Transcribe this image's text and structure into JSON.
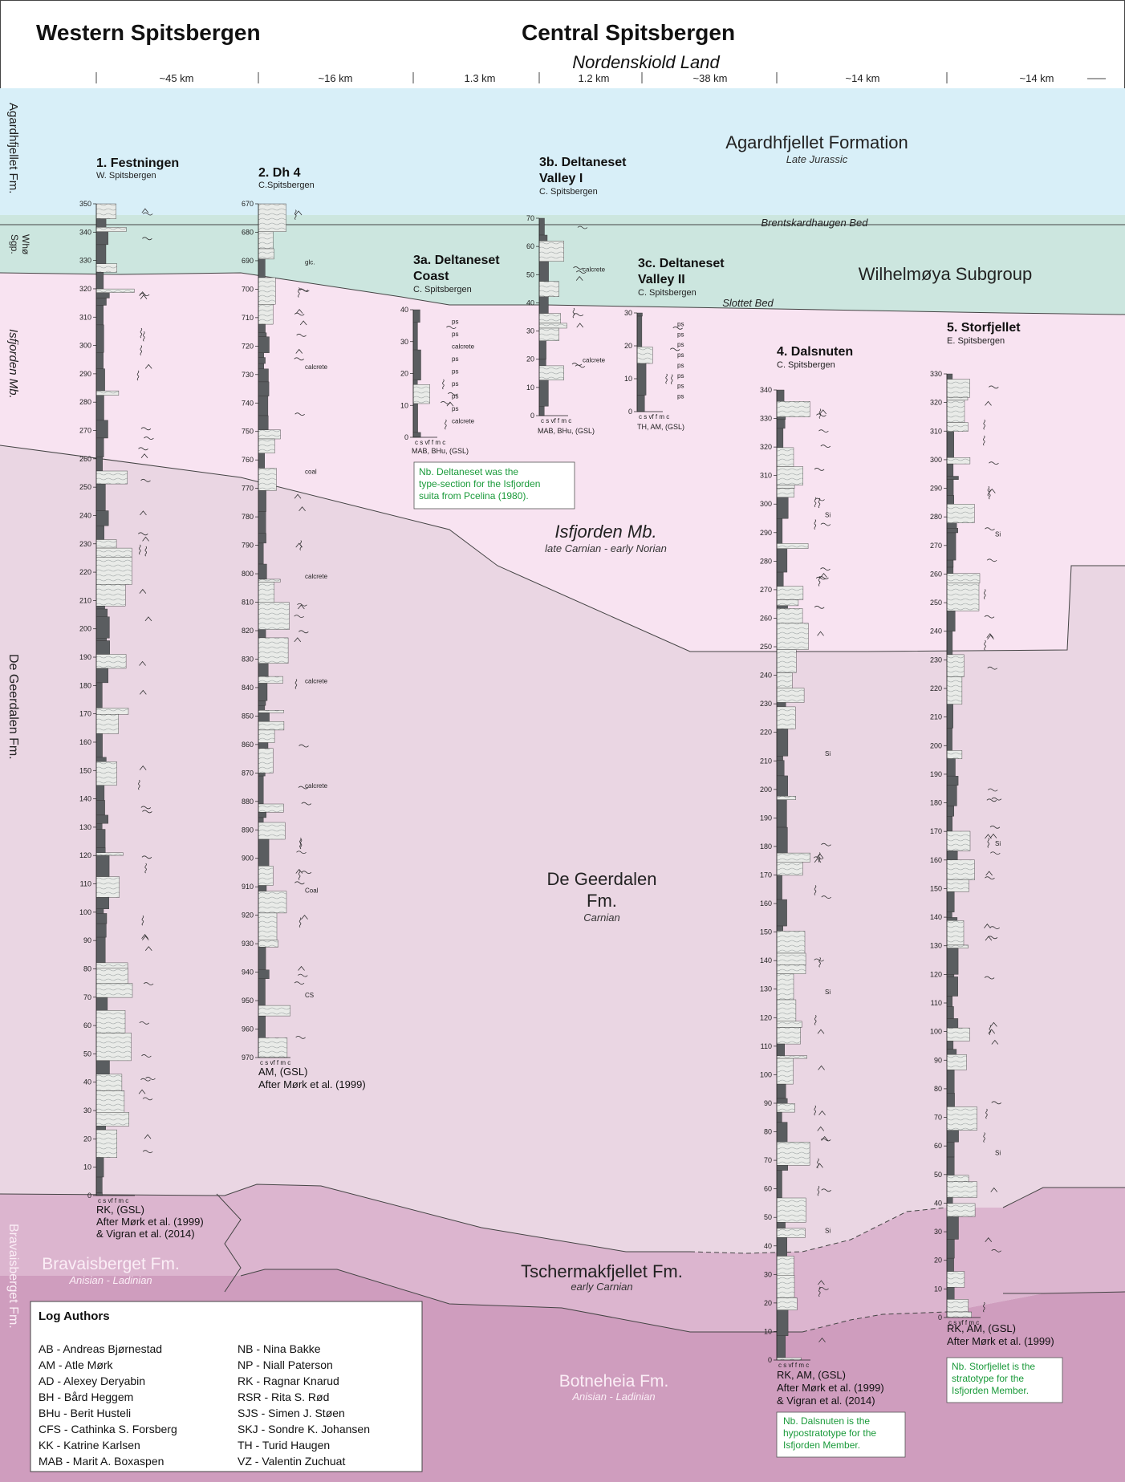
{
  "header": {
    "west_title": "Western Spitsbergen",
    "central_title": "Central Spitsbergen",
    "area_name": "Nordenskiold Land",
    "distances": [
      "~45 km",
      "~16 km",
      "1.3 km",
      "1.2 km",
      "~38 km",
      "~14 km",
      "~14 km"
    ]
  },
  "side_labels": {
    "agardh": "Agardhfjellet Fm.",
    "whoe": "Whø",
    "sgp": "Sgp.",
    "isfjorden": "Isfjorden Mb.",
    "degeerdalen": "De Geerdalen Fm.",
    "bravais": "Bravaisberget Fm."
  },
  "formations": {
    "agardh_name": "Agardhfjellet Formation",
    "agardh_age": "Late Jurassic",
    "brentskard": "Brentskardhaugen Bed",
    "wilhelmoya": "Wilhelmøya Subgroup",
    "slottet": "Slottet Bed",
    "isfjorden_name": "Isfjorden Mb.",
    "isfjorden_age": "late Carnian - early Norian",
    "degeer_name_1": "De Geerdalen",
    "degeer_name_2": "Fm.",
    "degeer_age": "Carnian",
    "bravais_name": "Bravaisberget Fm.",
    "bravais_age": "Anisian - Ladinian",
    "tscherm_name": "Tschermakfjellet Fm.",
    "tscherm_age": "early Carnian",
    "botneheia_name": "Botneheia Fm.",
    "botneheia_age": "Anisian - Ladinian"
  },
  "columns": {
    "festningen": {
      "title": "1. Festningen",
      "subtitle": "W. Spitsbergen",
      "ticks": [
        "350",
        "340",
        "330",
        "320",
        "310",
        "300",
        "290",
        "280",
        "270",
        "260",
        "250",
        "240",
        "230",
        "220",
        "210",
        "200",
        "190",
        "180",
        "170",
        "160",
        "150",
        "140",
        "130",
        "120",
        "110",
        "100",
        "90",
        "80",
        "70",
        "60",
        "50",
        "40",
        "30",
        "20",
        "10",
        "0"
      ],
      "grain": "c s vf f m c",
      "credit": [
        "RK, (GSL)",
        "After Mørk et al. (1999)",
        "& Vigran et al. (2014)"
      ]
    },
    "dh4": {
      "title": "2. Dh 4",
      "subtitle": "C.Spitsbergen",
      "ticks": [
        "670",
        "680",
        "690",
        "700",
        "710",
        "720",
        "730",
        "740",
        "750",
        "760",
        "770",
        "780",
        "790",
        "800",
        "810",
        "820",
        "830",
        "840",
        "850",
        "860",
        "870",
        "880",
        "890",
        "900",
        "910",
        "920",
        "930",
        "940",
        "950",
        "960",
        "970"
      ],
      "labels": [
        "glc.",
        "calcrete",
        "coal",
        "calcrete",
        "calcrete",
        "calcrete",
        "Coal",
        "CS"
      ],
      "grain": "c s vf f m c",
      "credit": [
        "AM, (GSL)",
        "After Mørk et al. (1999)"
      ]
    },
    "delta_coast": {
      "title_1": "3a. Deltaneset",
      "title_2": "Coast",
      "subtitle": "C. Spitsbergen",
      "ticks": [
        "40",
        "30",
        "20",
        "10",
        "0"
      ],
      "labels": [
        "ps",
        "ps",
        "calcrete",
        "ps",
        "ps",
        "ps",
        "ps",
        "ps",
        "calcrete"
      ],
      "grain": "c s vf f m c",
      "credit": "MAB, BHu, (GSL)",
      "note": [
        "Nb. Deltaneset was the",
        "type-section for the Isfjorden",
        "suita from Pcelina (1980)."
      ]
    },
    "delta_valley1": {
      "title_1": "3b. Deltaneset",
      "title_2": "Valley I",
      "subtitle": "C. Spitsbergen",
      "ticks": [
        "70",
        "60",
        "50",
        "40",
        "30",
        "20",
        "10",
        "0"
      ],
      "labels": [
        "calcrete",
        "calcrete"
      ],
      "grain": "c s vf f m c",
      "credit": "MAB, BHu, (GSL)"
    },
    "delta_valley2": {
      "title_1": "3c. Deltaneset",
      "title_2": "Valley II",
      "subtitle": "C. Spitsbergen",
      "ticks": [
        "30",
        "20",
        "10",
        "0"
      ],
      "labels": [
        "ps",
        "ps",
        "ps",
        "ps",
        "ps",
        "ps",
        "ps",
        "ps"
      ],
      "grain": "c s vf f m c",
      "credit": "TH, AM, (GSL)"
    },
    "dalsnuten": {
      "title": "4. Dalsnuten",
      "subtitle": "C. Spitsbergen",
      "ticks": [
        "340",
        "330",
        "320",
        "310",
        "300",
        "290",
        "280",
        "270",
        "260",
        "250",
        "240",
        "230",
        "220",
        "210",
        "200",
        "190",
        "180",
        "170",
        "160",
        "150",
        "140",
        "130",
        "120",
        "110",
        "100",
        "90",
        "80",
        "70",
        "60",
        "50",
        "40",
        "30",
        "20",
        "10",
        "0"
      ],
      "labels": [
        "Si",
        "Si",
        "Si",
        "Si"
      ],
      "grain": "c s vf f m c",
      "credit": [
        "RK, AM, (GSL)",
        "After Mørk et al. (1999)",
        "& Vigran et al. (2014)"
      ],
      "note": [
        "Nb. Dalsnuten is the",
        "hypostratotype for the",
        "Isfjorden Member."
      ]
    },
    "storfjellet": {
      "title": "5. Storfjellet",
      "subtitle": "E. Spitsbergen",
      "ticks": [
        "330",
        "320",
        "310",
        "300",
        "290",
        "280",
        "270",
        "260",
        "250",
        "240",
        "230",
        "220",
        "210",
        "200",
        "190",
        "180",
        "170",
        "160",
        "150",
        "140",
        "130",
        "120",
        "110",
        "100",
        "90",
        "80",
        "70",
        "60",
        "50",
        "40",
        "30",
        "20",
        "10",
        "0"
      ],
      "labels": [
        "Si",
        "Si",
        "Si"
      ],
      "grain": "c s vf f m c",
      "credit": [
        "RK, AM, (GSL)",
        "After Mørk et al. (1999)"
      ],
      "note": [
        "Nb. Storfjellet is the",
        "stratotype for the",
        "Isfjorden Member."
      ]
    }
  },
  "legend": {
    "title": "Log Authors",
    "left": [
      "AB - Andreas Bjørnestad",
      "AM - Atle Mørk",
      "AD - Alexey Deryabin",
      "BH - Bård Heggem",
      "BHu - Berit Husteli",
      "CFS - Cathinka S. Forsberg",
      "KK - Katrine Karlsen",
      "MAB - Marit A. Boxaspen"
    ],
    "right": [
      "NB - Nina Bakke",
      "NP - Niall Paterson",
      "RK - Ragnar Knarud",
      "RSR - Rita S. Rød",
      "SJS - Simen J. Støen",
      "SKJ - Sondre K. Johansen",
      "TH -  Turid Haugen",
      "VZ - Valentin Zuchuat"
    ]
  },
  "colors": {
    "agardh": "#d8eff8",
    "wilhelmoya": "#cce6df",
    "isfjorden": "#f8e3f1",
    "degeer": "#ead6e3",
    "tscherm": "#dcb5cf",
    "botneheia": "#cf9dbe",
    "note_green": "#1a9a3a"
  }
}
